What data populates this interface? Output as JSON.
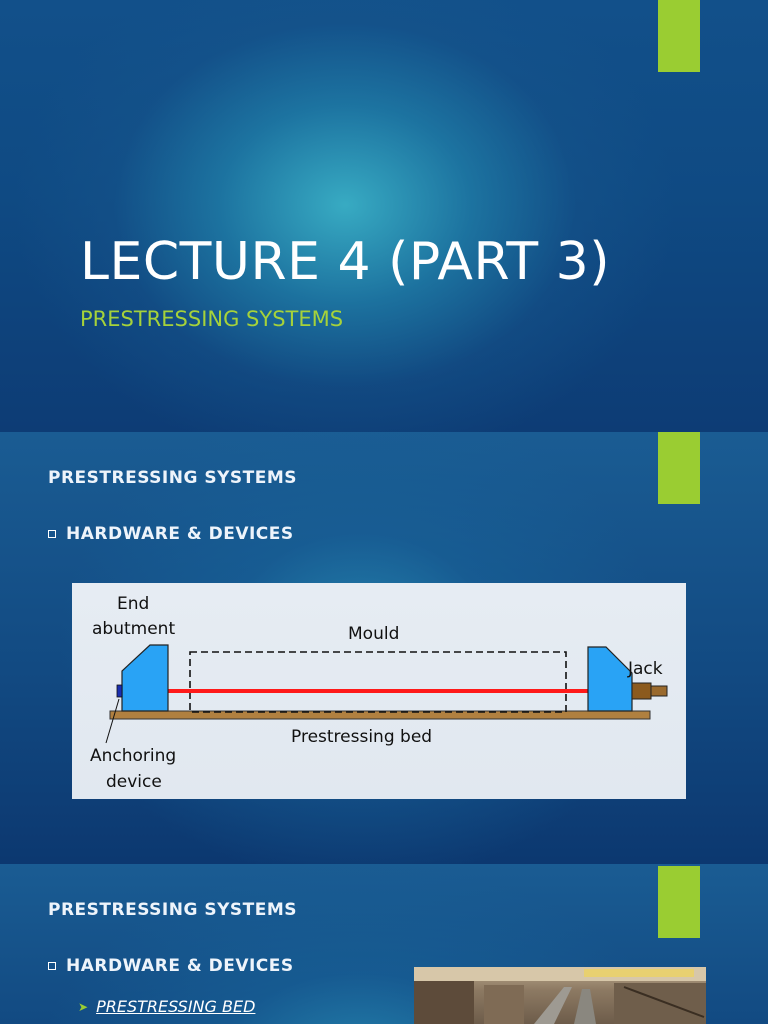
{
  "slide1": {
    "title": "LECTURE 4 (PART 3)",
    "subtitle": "PRESTRESSING SYSTEMS"
  },
  "slide2": {
    "heading": "PRESTRESSING SYSTEMS",
    "bullet": "HARDWARE & DEVICES",
    "diagram": {
      "end_abutment_line1": "End",
      "end_abutment_line2": "abutment",
      "mould": "Mould",
      "jack": "Jack",
      "prestressing_bed": "Prestressing bed",
      "anchoring_line1": "Anchoring",
      "anchoring_line2": "device"
    }
  },
  "slide3": {
    "heading": "PRESTRESSING SYSTEMS",
    "bullet": "HARDWARE & DEVICES",
    "subbullet": "PRESTRESSING BED"
  },
  "colors": {
    "accent_green": "#9acd32",
    "subtitle_green": "#a6d23a",
    "tendon_red": "#ff1a1a",
    "abutment_blue": "#29a3f5",
    "bed_brown": "#b08040"
  }
}
